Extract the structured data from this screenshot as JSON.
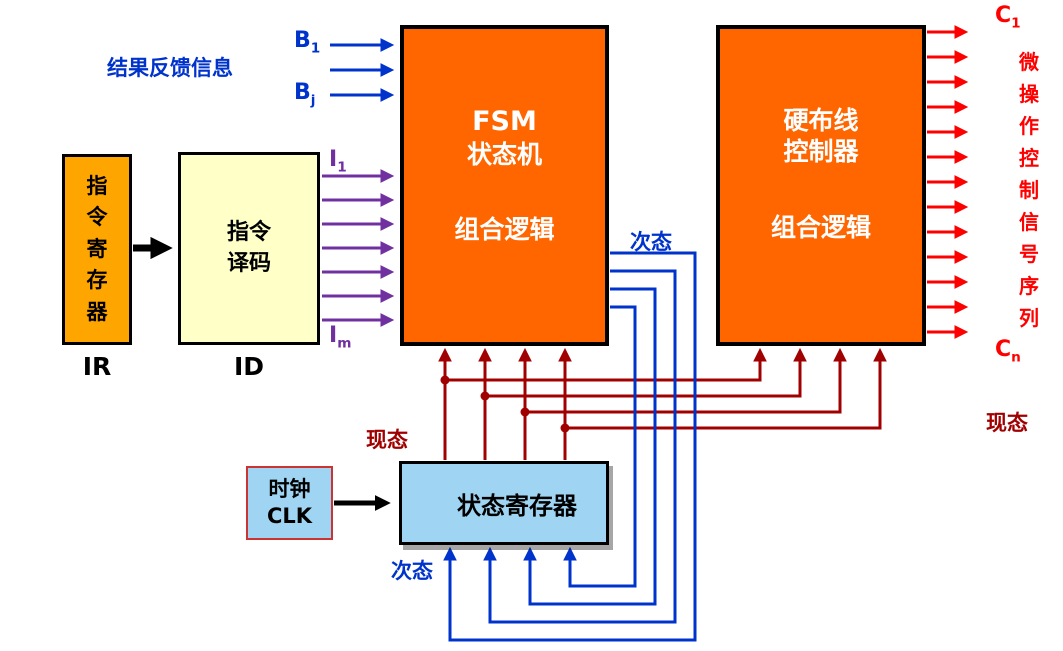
{
  "boxes": {
    "ir": {
      "text": "指令寄存器",
      "caption": "IR"
    },
    "id": {
      "line1": "指令",
      "line2": "译码",
      "caption": "ID"
    },
    "fsm": {
      "line1": "FSM",
      "line2": "状态机",
      "line3": "组合逻辑"
    },
    "controller": {
      "line1": "硬布线",
      "line2": "控制器",
      "line3": "组合逻辑"
    },
    "register": {
      "label": "状态寄存器"
    },
    "clock": {
      "line1": "时钟",
      "line2": "CLK"
    }
  },
  "labels": {
    "feedback": "结果反馈信息",
    "b1": {
      "base": "B",
      "sub": "1"
    },
    "bj": {
      "base": "B",
      "sub": "j"
    },
    "i1": {
      "base": "I",
      "sub": "1"
    },
    "im": {
      "base": "I",
      "sub": "m"
    },
    "c1": {
      "base": "C",
      "sub": "1"
    },
    "cn": {
      "base": "C",
      "sub": "n"
    },
    "next_state": "次态",
    "current_state": "现态",
    "output_vertical": "微操作控制信号序列"
  },
  "colors": {
    "box_orange": "#FF6600",
    "box_gold": "#FFA500",
    "box_yellow": "#FFFFC8",
    "box_lightblue": "#9FD5F2",
    "line_blue": "#0033CC",
    "line_purple": "#7030A0",
    "line_darkred": "#A00000",
    "line_red": "#FF0000",
    "clock_border": "#CC3333"
  }
}
